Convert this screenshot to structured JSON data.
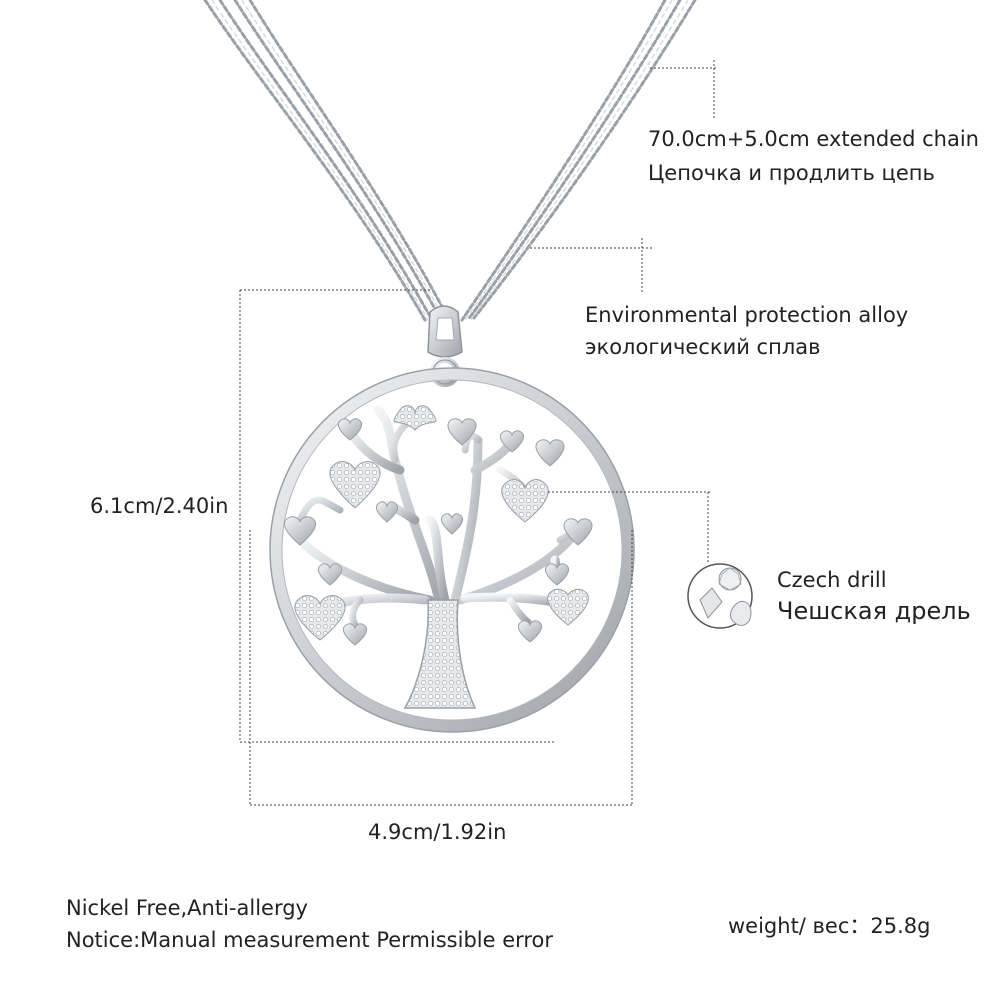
{
  "colors": {
    "background": "#ffffff",
    "text": "#222222",
    "metal": "#c9ccd1",
    "metal_dark": "#8e9299",
    "guide_line": "#444444"
  },
  "annotations": {
    "chain_length_en": "70.0cm+5.0cm extended chain",
    "chain_length_ru": "Цепочка и продлить цепь",
    "material_en": "Environmental protection alloy",
    "material_ru": "экологический сплав",
    "height": "6.1cm/2.40in",
    "width": "4.9cm/1.92in",
    "stone_en": "Czech drill",
    "stone_ru": "Чешская дрель"
  },
  "footer": {
    "line1": "Nickel Free,Anti-allergy",
    "line2": "Notice:Manual measurement Permissible error",
    "weight": "weight/ вес：25.8g"
  },
  "icons": {
    "product": "tree-of-life-pendant-icon",
    "chain": "chain-icon",
    "stones": "crystal-stones-icon"
  }
}
